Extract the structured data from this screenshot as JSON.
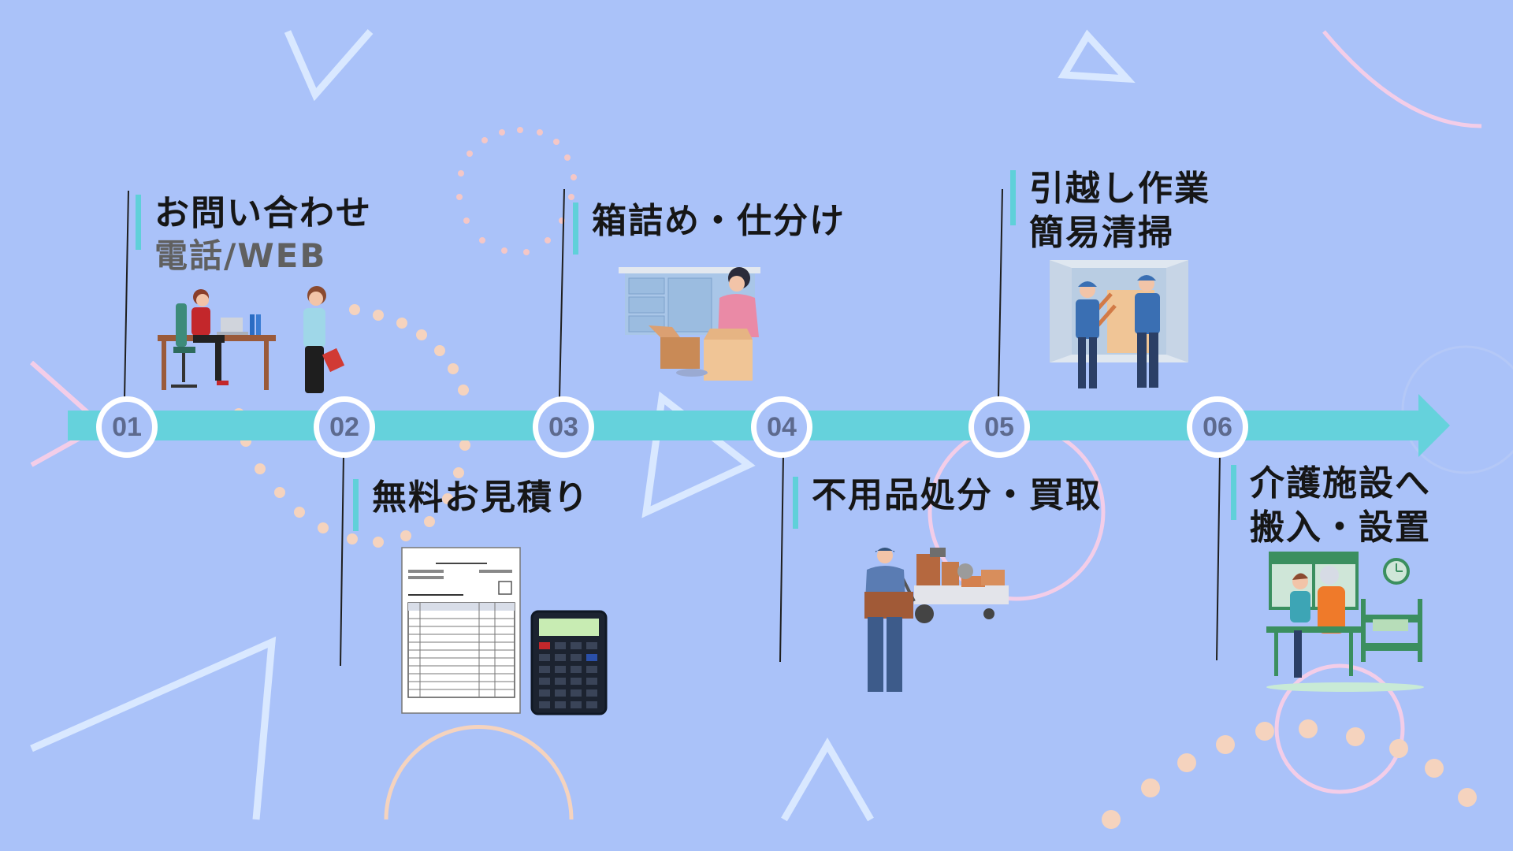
{
  "colors": {
    "background": "#aac2f9",
    "timeline": "#65d2dc",
    "node_border": "#ffffff",
    "node_text": "#5d6a8e",
    "accent_bar": "#5fd0d9",
    "label_text": "#161616",
    "sub_text": "#606060"
  },
  "steps": [
    {
      "number": "01",
      "lines": [
        "お問い合わせ"
      ],
      "sub": "電話/WEB"
    },
    {
      "number": "02",
      "lines": [
        "無料お見積り"
      ]
    },
    {
      "number": "03",
      "lines": [
        "箱詰め・仕分け"
      ]
    },
    {
      "number": "04",
      "lines": [
        "不用品処分・買取"
      ]
    },
    {
      "number": "05",
      "lines": [
        "引越し作業",
        "簡易清掃"
      ]
    },
    {
      "number": "06",
      "lines": [
        "介護施設へ",
        "搬入・設置"
      ]
    }
  ],
  "illustrations": [
    {
      "name": "office-phone-illustration"
    },
    {
      "name": "estimate-calculator-illustration"
    },
    {
      "name": "packing-boxes-illustration"
    },
    {
      "name": "disposal-cart-illustration"
    },
    {
      "name": "moving-truck-illustration"
    },
    {
      "name": "care-facility-illustration"
    }
  ]
}
